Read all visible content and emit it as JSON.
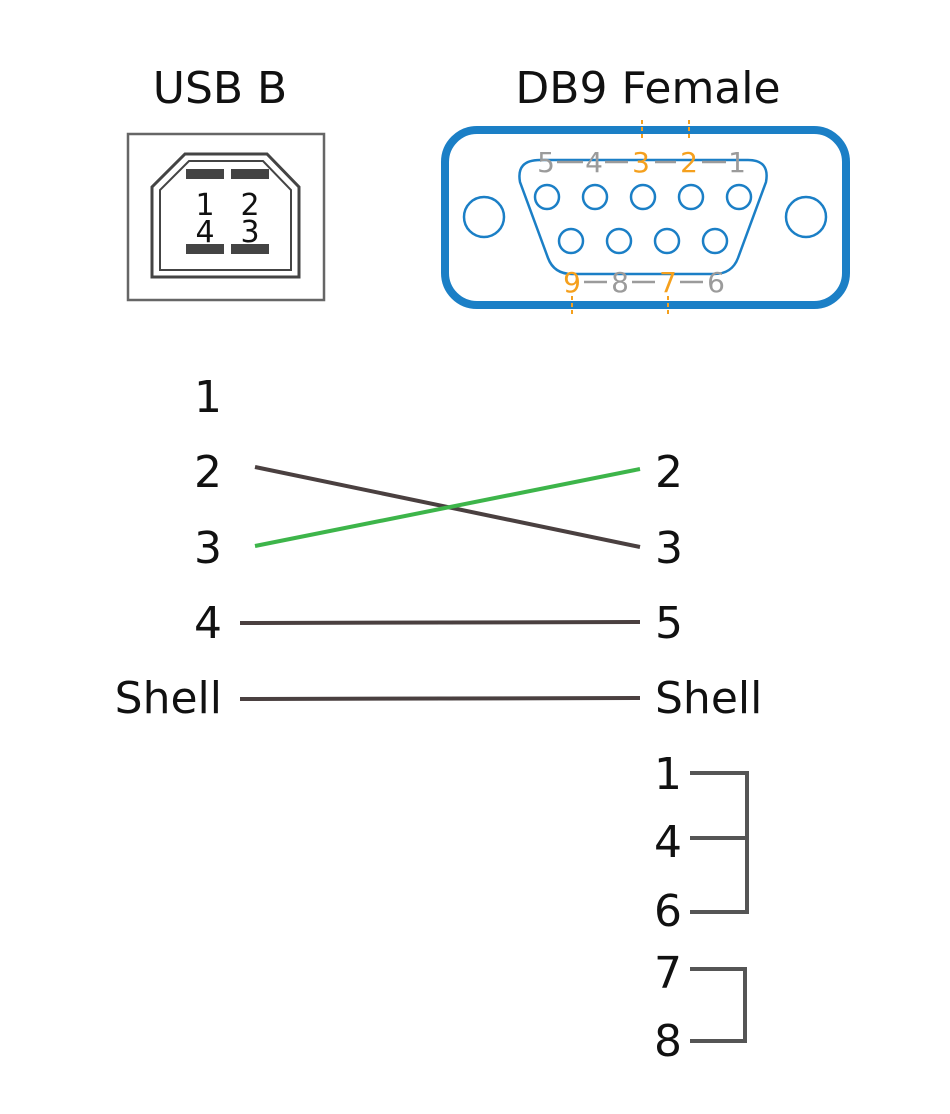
{
  "usb": {
    "title": "USB B",
    "pins": [
      "1",
      "2",
      "4",
      "3"
    ]
  },
  "db9": {
    "title": "DB9 Female",
    "top_pins": [
      "5",
      "4",
      "3",
      "2",
      "1"
    ],
    "bottom_pins": [
      "9",
      "8",
      "7",
      "6"
    ],
    "highlight_pins": [
      "3",
      "2",
      "9",
      "7"
    ]
  },
  "wiring": {
    "left_labels": [
      "1",
      "2",
      "3",
      "4",
      "Shell"
    ],
    "right_labels": [
      "2",
      "3",
      "5",
      "Shell"
    ],
    "loopback_group_1": [
      "1",
      "4",
      "6"
    ],
    "loopback_group_2": [
      "7",
      "8"
    ]
  },
  "colors": {
    "connector_blue": "#1b7fc6",
    "highlight_orange": "#f5a01d",
    "pin_gray": "#9b9b9b",
    "wire_dark": "#4a4040",
    "wire_green": "#3db54a",
    "usb_gray": "#555555"
  }
}
